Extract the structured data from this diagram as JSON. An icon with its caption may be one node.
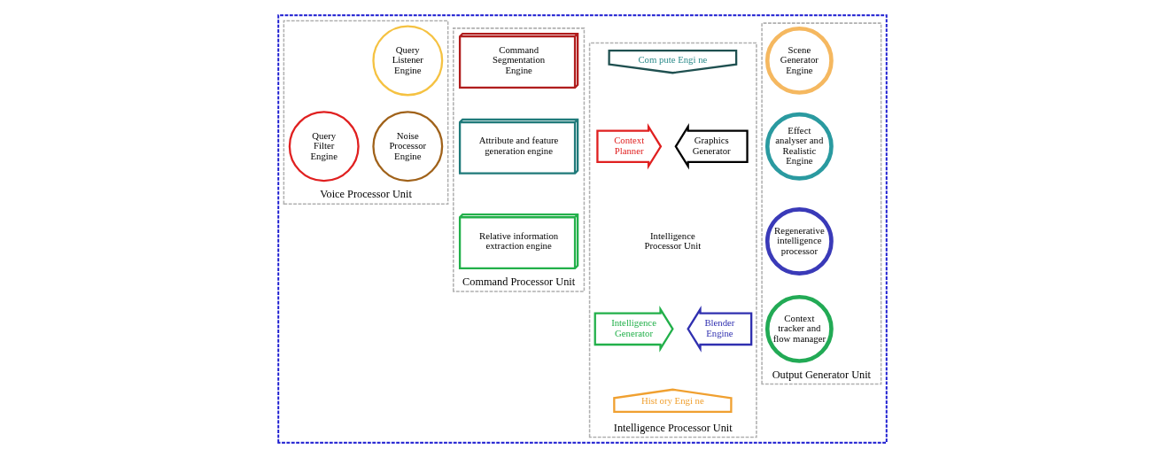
{
  "diagram": {
    "nodes": [
      {
        "text": [],
        "shape": "box"
      },
      {
        "text": [
          "Voice Processor Unit"
        ],
        "in": 0
      },
      {
        "text": [
          "Query Listener Engine"
        ],
        "in": 1
      },
      {
        "text": [
          "Query Filter Engine"
        ],
        "in": 1
      },
      {
        "text": [
          "Noise Processor Engine"
        ],
        "in": 1
      },
      {
        "text": [
          "Command Processor Unit"
        ],
        "in": 0
      },
      {
        "text": [
          "Command Segmentation Engine"
        ],
        "in": 5
      },
      {
        "text": [
          "Attribute and feature generation engine"
        ],
        "in": 5
      },
      {
        "text": [
          "Relative information extraction engine"
        ],
        "in": 5
      },
      {
        "text": [
          "Intelligence Processor Unit"
        ],
        "in": 0
      },
      {
        "text": [
          "Com pute Engi ne"
        ],
        "in": 9
      },
      {
        "text": [
          "Context Planner"
        ],
        "in": 9
      },
      {
        "text": [
          "Graphics Generator"
        ],
        "in": 9
      },
      {
        "text": [
          "Intelligence Processor Unit"
        ],
        "in": 9
      },
      {
        "text": [
          "Intelligence Generator"
        ],
        "in": 9
      },
      {
        "text": [
          "Blender Engine"
        ],
        "in": 9
      },
      {
        "text": [
          "Hist ory Engi ne"
        ],
        "in": 9
      },
      {
        "text": [
          "Output Generator Unit"
        ],
        "in": 0
      },
      {
        "text": [
          "Scene Generator Engine"
        ],
        "in": 17
      },
      {
        "text": [
          "Effect analyser and Realistic Engine"
        ],
        "in": 17
      },
      {
        "text": [
          "Regenerative intelligence processor"
        ],
        "in": 17
      },
      {
        "text": [
          "Context tracker and flow manager"
        ],
        "in": 17
      }
    ],
    "edges": []
  }
}
